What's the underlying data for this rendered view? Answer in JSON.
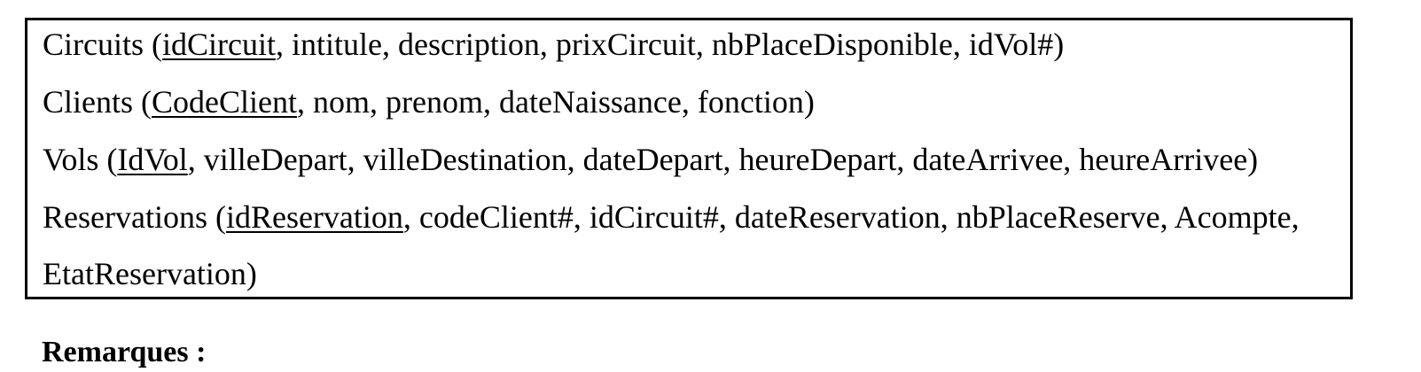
{
  "relations": [
    {
      "open": "Circuits (",
      "key": "idCircuit",
      "rest": ", intitule, description, prixCircuit, nbPlaceDisponible, idVol#)"
    },
    {
      "open": "Clients (",
      "key": "CodeClient",
      "rest": ", nom, prenom, dateNaissance, fonction)"
    },
    {
      "open": "Vols (",
      "key": "IdVol",
      "rest": ", villeDepart, villeDestination, dateDepart, heureDepart, dateArrivee, heureArrivee)"
    },
    {
      "open": "Reservations (",
      "key": "idReservation",
      "rest": ", codeClient#, idCircuit#, dateReservation, nbPlaceReserve, Acompte,",
      "continuation": "EtatReservation)"
    }
  ],
  "remarks": {
    "heading": "Remarques :"
  }
}
